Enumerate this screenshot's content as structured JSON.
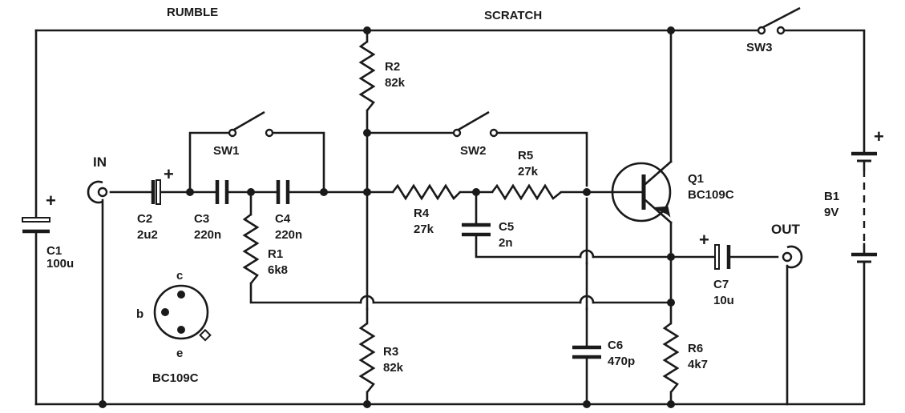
{
  "headings": {
    "rumble": "RUMBLE",
    "scratch": "SCRATCH"
  },
  "ports": {
    "in": "IN",
    "out": "OUT"
  },
  "polarity": "+",
  "components": {
    "c1": {
      "ref": "C1",
      "value": "100u"
    },
    "c2": {
      "ref": "C2",
      "value": "2u2"
    },
    "c3": {
      "ref": "C3",
      "value": "220n"
    },
    "c4": {
      "ref": "C4",
      "value": "220n"
    },
    "c5": {
      "ref": "C5",
      "value": "2n"
    },
    "c6": {
      "ref": "C6",
      "value": "470p"
    },
    "c7": {
      "ref": "C7",
      "value": "10u"
    },
    "r1": {
      "ref": "R1",
      "value": "6k8"
    },
    "r2": {
      "ref": "R2",
      "value": "82k"
    },
    "r3": {
      "ref": "R3",
      "value": "82k"
    },
    "r4": {
      "ref": "R4",
      "value": "27k"
    },
    "r5": {
      "ref": "R5",
      "value": "27k"
    },
    "r6": {
      "ref": "R6",
      "value": "4k7"
    },
    "q1": {
      "ref": "Q1",
      "value": "BC109C"
    },
    "b1": {
      "ref": "B1",
      "value": "9V"
    },
    "sw1": {
      "ref": "SW1"
    },
    "sw2": {
      "ref": "SW2"
    },
    "sw3": {
      "ref": "SW3"
    }
  },
  "pinout": {
    "c": "c",
    "b": "b",
    "e": "e",
    "caption": "BC109C"
  }
}
